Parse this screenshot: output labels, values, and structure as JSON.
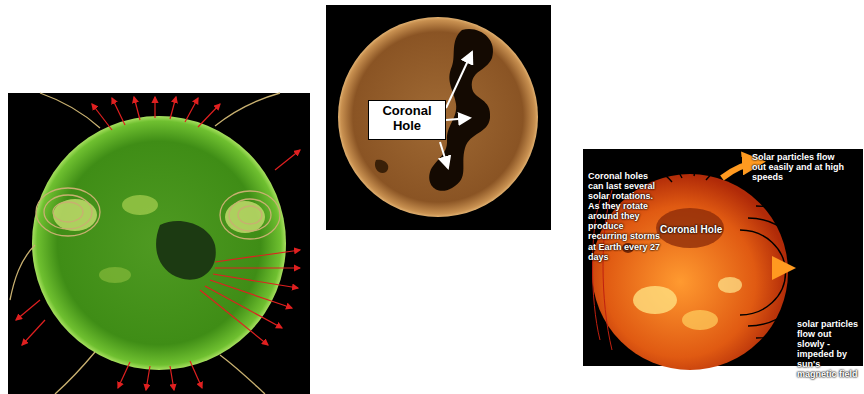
{
  "diagram": {
    "nodes": [
      {
        "text": [
          "Coronal Hole"
        ]
      }
    ],
    "labels": [
      "Coronal holes can last several solar rotations. As they rotate around they produce recurring storms at Earth every 27 days",
      "Coronal Hole",
      "Solar particles flow out easily and at high speeds",
      "solar particles flow out slowly - impeded by sun's magnetic field"
    ]
  }
}
